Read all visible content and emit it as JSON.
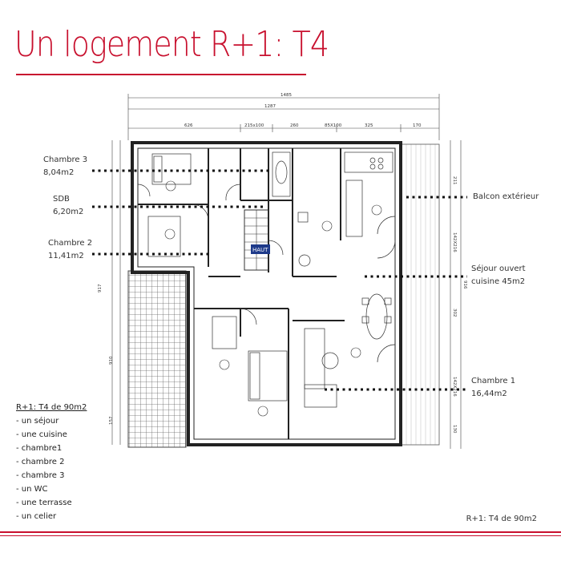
{
  "title": "Un logement R+1: T4",
  "rooms": {
    "chambre3": {
      "name": "Chambre 3",
      "area": "8,04m2"
    },
    "sdb": {
      "name": "SDB",
      "area": "6,20m2"
    },
    "chambre2": {
      "name": "Chambre 2",
      "area": "11,41m2"
    },
    "balcon": {
      "name": "Balcon extérieur"
    },
    "sejour": {
      "line1": "Séjour ouvert",
      "line2": "cuisine 45m2"
    },
    "chambre1": {
      "name": "Chambre 1",
      "area": "16,44m2"
    }
  },
  "legend": {
    "heading": "R+1: T4 de 90m2",
    "items": [
      "- un séjour",
      "- une cuisine",
      "- chambre1",
      "- chambre 2",
      "- chambre 3",
      "- un WC",
      "- une terrasse",
      "- un celier"
    ]
  },
  "footer": "R+1: T4 de 90m2",
  "plan_labels": {
    "haut": "HAUT",
    "dims_top": [
      "1485",
      "1287",
      "626",
      "215x100",
      "260",
      "85X100",
      "325",
      "170"
    ],
    "dims_right": [
      "211",
      "142X216",
      "916",
      "302",
      "142X216",
      "130"
    ],
    "dims_left": [
      "917",
      "910",
      "157"
    ]
  },
  "colors": {
    "accent": "#c8102e",
    "line": "#222222",
    "hatch": "#555555",
    "dot": "#111111"
  }
}
